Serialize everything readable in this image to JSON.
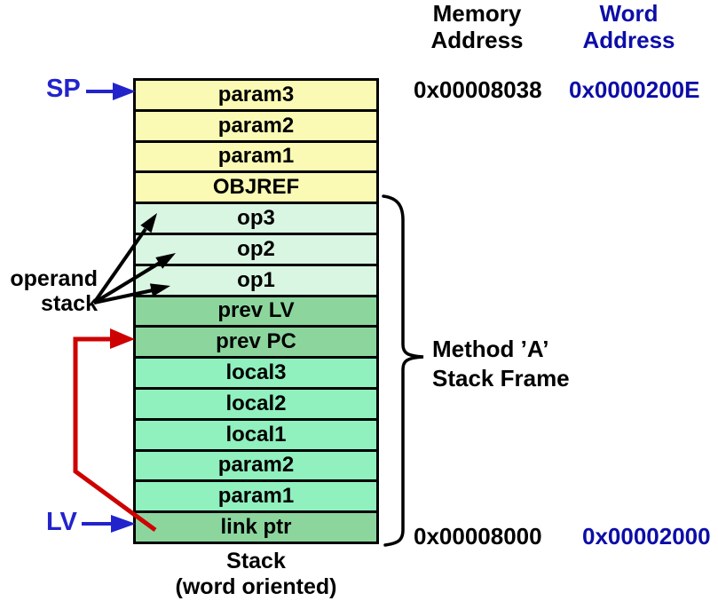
{
  "headers": {
    "memory": {
      "line1": "Memory",
      "line2": "Address"
    },
    "word": {
      "line1": "Word",
      "line2": "Address"
    }
  },
  "addresses": {
    "top_memory": "0x00008038",
    "top_word": "0x0000200E",
    "bottom_memory": "0x00008000",
    "bottom_word": "0x00002000"
  },
  "pointers": {
    "sp": "SP",
    "lv": "LV"
  },
  "annotations": {
    "operand_stack": {
      "line1": "operand",
      "line2": "stack"
    },
    "method_frame": {
      "line1": "Method ’A’",
      "line2": "Stack Frame"
    },
    "caption": {
      "line1": "Stack",
      "line2": "(word oriented)"
    }
  },
  "stack_cells": [
    {
      "label": "param3",
      "fill": "yellow"
    },
    {
      "label": "param2",
      "fill": "yellow"
    },
    {
      "label": "param1",
      "fill": "yellow"
    },
    {
      "label": "OBJREF",
      "fill": "yellow"
    },
    {
      "label": "op3",
      "fill": "pale_green"
    },
    {
      "label": "op2",
      "fill": "pale_green"
    },
    {
      "label": "op1",
      "fill": "pale_green"
    },
    {
      "label": "prev LV",
      "fill": "sage_green"
    },
    {
      "label": "prev PC",
      "fill": "sage_green"
    },
    {
      "label": "local3",
      "fill": "mint_green"
    },
    {
      "label": "local2",
      "fill": "mint_green"
    },
    {
      "label": "local1",
      "fill": "mint_green"
    },
    {
      "label": "param2",
      "fill": "mint_green"
    },
    {
      "label": "param1",
      "fill": "mint_green"
    },
    {
      "label": "link ptr",
      "fill": "sage_green"
    }
  ],
  "colors": {
    "yellow": "#FAFAB4",
    "pale_green": "#D8F6E1",
    "sage_green": "#8CD69E",
    "mint_green": "#90F0BE",
    "header_blue": "#0D0DA8",
    "pointer_blue": "#2323CC",
    "red": "#CE0000",
    "black": "#000000"
  }
}
